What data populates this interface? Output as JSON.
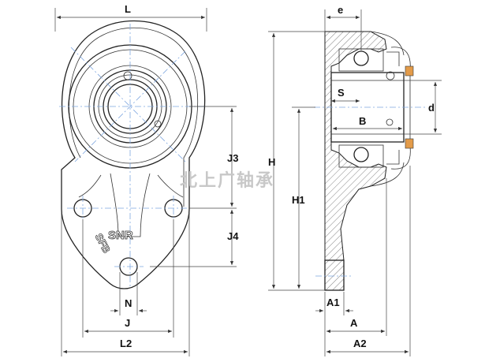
{
  "watermark": "北上广轴承",
  "brand_mark": "SNR",
  "series_mark": "SFB",
  "front_view": {
    "dims": {
      "L": "L",
      "J3": "J3",
      "J4": "J4",
      "N": "N",
      "J": "J",
      "L2": "L2"
    }
  },
  "section_view": {
    "dims": {
      "e": "e",
      "S": "S",
      "B": "B",
      "d": "d",
      "H": "H",
      "H1": "H1",
      "A1": "A1",
      "A": "A",
      "A2": "A2"
    }
  },
  "colors": {
    "outline": "#222222",
    "centerline": "#7fa7e0",
    "watermark": "#c8c8c8"
  }
}
